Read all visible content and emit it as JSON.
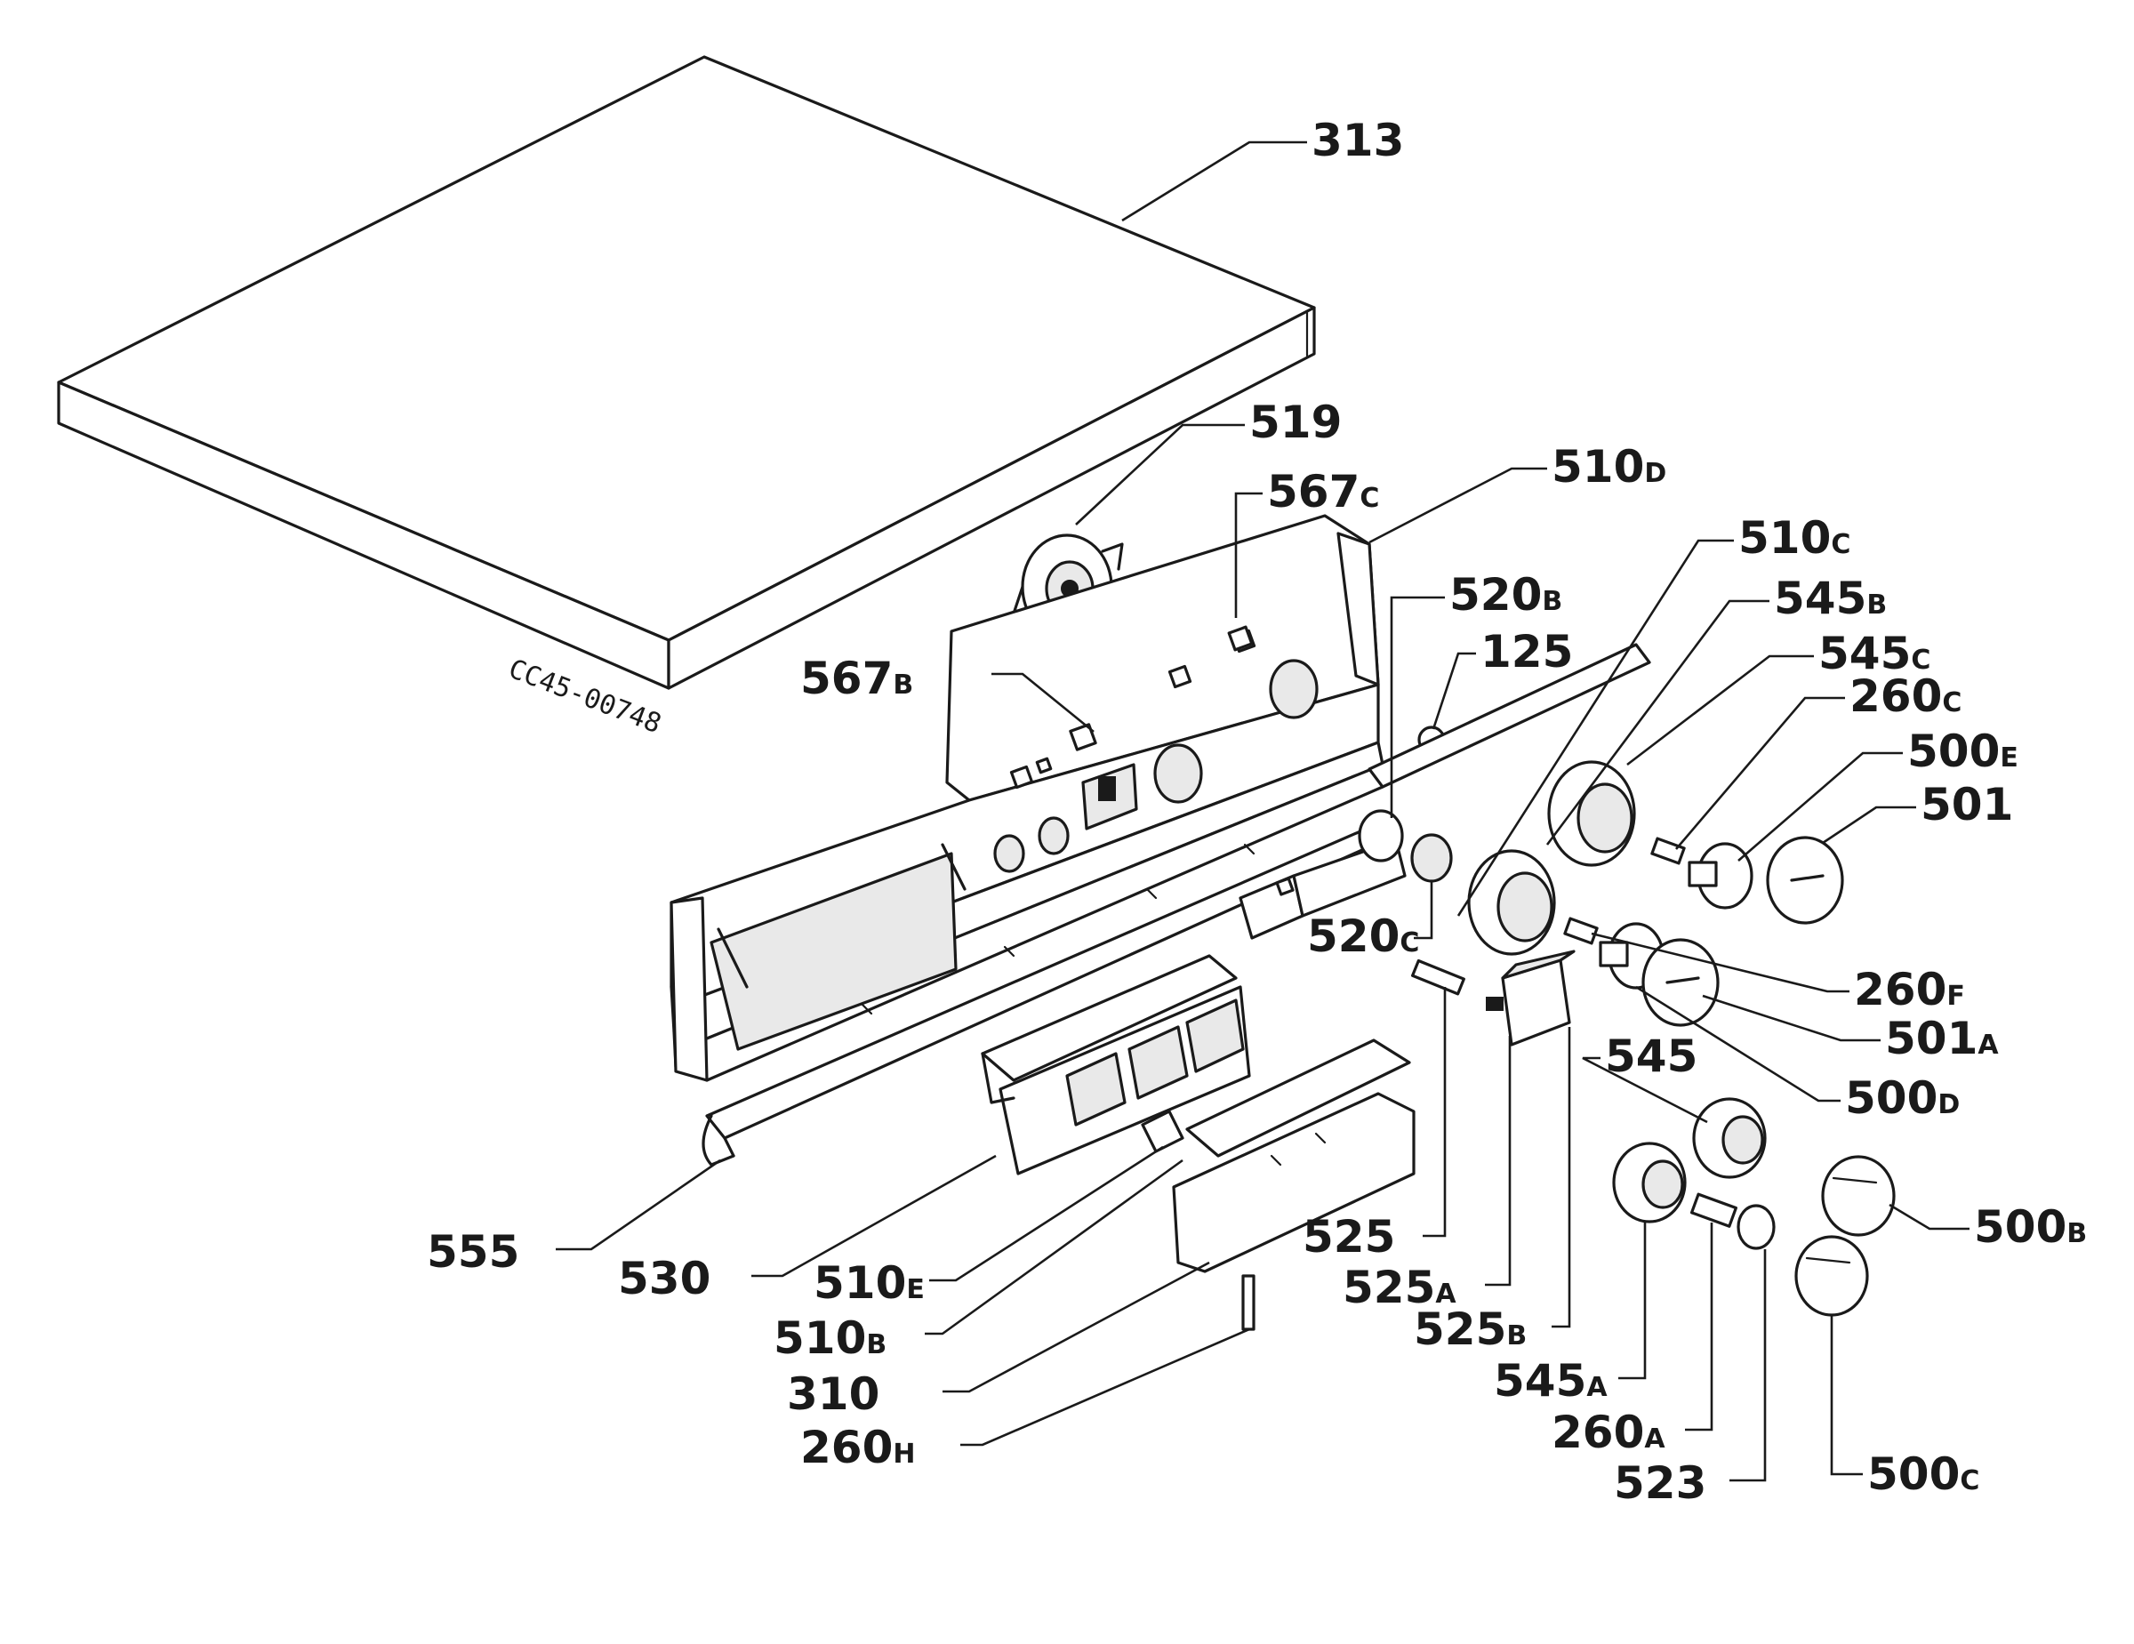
{
  "drawing_code": "CC45-00748",
  "labels": [
    {
      "id": "313",
      "num": "313",
      "suf": ""
    },
    {
      "id": "519",
      "num": "519",
      "suf": ""
    },
    {
      "id": "510d",
      "num": "510",
      "suf": "D"
    },
    {
      "id": "567c",
      "num": "567",
      "suf": "C"
    },
    {
      "id": "520b",
      "num": "520",
      "suf": "B"
    },
    {
      "id": "125",
      "num": "125",
      "suf": ""
    },
    {
      "id": "510c",
      "num": "510",
      "suf": "C"
    },
    {
      "id": "545b",
      "num": "545",
      "suf": "B"
    },
    {
      "id": "545c",
      "num": "545",
      "suf": "C"
    },
    {
      "id": "260c",
      "num": "260",
      "suf": "C"
    },
    {
      "id": "500e",
      "num": "500",
      "suf": "E"
    },
    {
      "id": "501",
      "num": "501",
      "suf": ""
    },
    {
      "id": "567b",
      "num": "567",
      "suf": "B"
    },
    {
      "id": "520c",
      "num": "520",
      "suf": "C"
    },
    {
      "id": "260f",
      "num": "260",
      "suf": "F"
    },
    {
      "id": "501a",
      "num": "501",
      "suf": "A"
    },
    {
      "id": "500d",
      "num": "500",
      "suf": "D"
    },
    {
      "id": "545",
      "num": "545",
      "suf": ""
    },
    {
      "id": "500b",
      "num": "500",
      "suf": "B"
    },
    {
      "id": "555",
      "num": "555",
      "suf": ""
    },
    {
      "id": "530",
      "num": "530",
      "suf": ""
    },
    {
      "id": "510e",
      "num": "510",
      "suf": "E"
    },
    {
      "id": "510b",
      "num": "510",
      "suf": "B"
    },
    {
      "id": "310",
      "num": "310",
      "suf": ""
    },
    {
      "id": "260h",
      "num": "260",
      "suf": "H"
    },
    {
      "id": "525",
      "num": "525",
      "suf": ""
    },
    {
      "id": "525a",
      "num": "525",
      "suf": "A"
    },
    {
      "id": "525b",
      "num": "525",
      "suf": "B"
    },
    {
      "id": "545a",
      "num": "545",
      "suf": "A"
    },
    {
      "id": "260a",
      "num": "260",
      "suf": "A"
    },
    {
      "id": "523",
      "num": "523",
      "suf": ""
    },
    {
      "id": "500c",
      "num": "500",
      "suf": "C"
    }
  ]
}
